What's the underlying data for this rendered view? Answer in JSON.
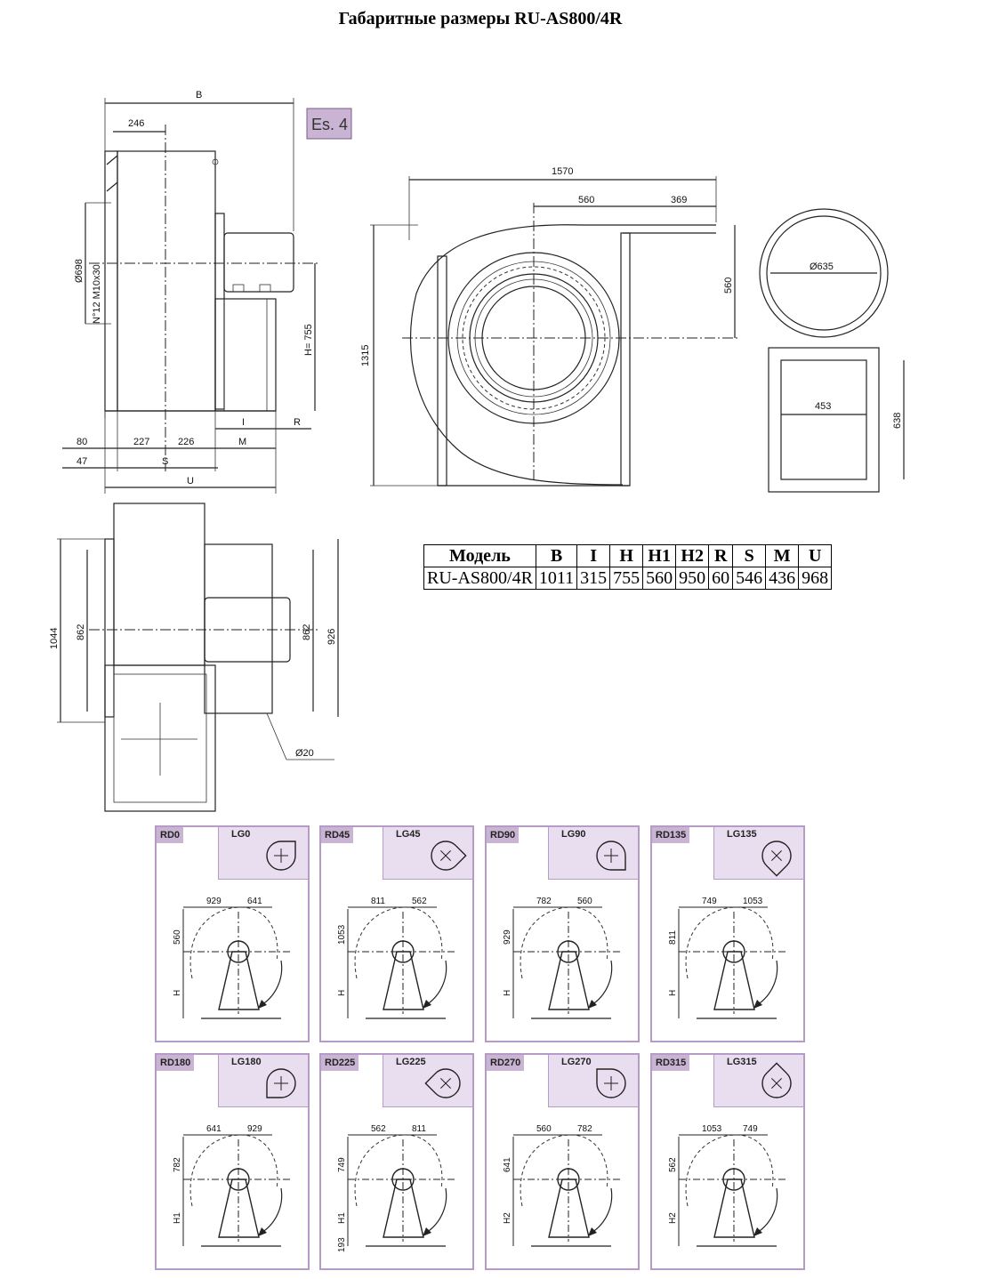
{
  "title": "Габаритные размеры RU-AS800/4R",
  "es_label": "Es. 4",
  "side_view": {
    "B": "B",
    "d246": "246",
    "d698": "Ø698",
    "bolts": "N°12 M10x30",
    "h755": "H= 755",
    "I": "I",
    "R": "R",
    "M": "M",
    "S": "S",
    "U": "U",
    "d80": "80",
    "d47": "47",
    "d227": "227",
    "d226": "226"
  },
  "front_view": {
    "d1570": "1570",
    "d560a": "560",
    "d369": "369",
    "d560b": "560",
    "d1315": "1315"
  },
  "flange_round": {
    "d635": "Ø635"
  },
  "flange_rect": {
    "d453": "453",
    "d638": "638"
  },
  "top_view": {
    "d1044": "1044",
    "d862a": "862",
    "d862b": "862",
    "d926": "926",
    "d20": "Ø20"
  },
  "table": {
    "headers": [
      "Модель",
      "B",
      "I",
      "H",
      "H1",
      "H2",
      "R",
      "S",
      "M",
      "U"
    ],
    "rows": [
      [
        "RU-AS800/4R",
        "1011",
        "315",
        "755",
        "560",
        "950",
        "60",
        "546",
        "436",
        "968"
      ]
    ]
  },
  "orientations": [
    {
      "rd": "RD0",
      "lg": "LG0",
      "a": "929",
      "b": "641",
      "v1": "560",
      "v2": "H"
    },
    {
      "rd": "RD45",
      "lg": "LG45",
      "a": "811",
      "b": "562",
      "v1": "1053",
      "v2": "H"
    },
    {
      "rd": "RD90",
      "lg": "LG90",
      "a": "782",
      "b": "560",
      "v1": "929",
      "v2": "H"
    },
    {
      "rd": "RD135",
      "lg": "LG135",
      "a": "749",
      "b": "1053",
      "v1": "811",
      "v2": "H"
    },
    {
      "rd": "RD180",
      "lg": "LG180",
      "a": "641",
      "b": "929",
      "v1": "782",
      "v2": "H1"
    },
    {
      "rd": "RD225",
      "lg": "LG225",
      "a": "562",
      "b": "811",
      "v1": "749",
      "v2": "H1",
      "v3": "193"
    },
    {
      "rd": "RD270",
      "lg": "LG270",
      "a": "560",
      "b": "782",
      "v1": "641",
      "v2": "H2"
    },
    {
      "rd": "RD315",
      "lg": "LG315",
      "a": "1053",
      "b": "749",
      "v1": "562",
      "v2": "H2"
    }
  ]
}
